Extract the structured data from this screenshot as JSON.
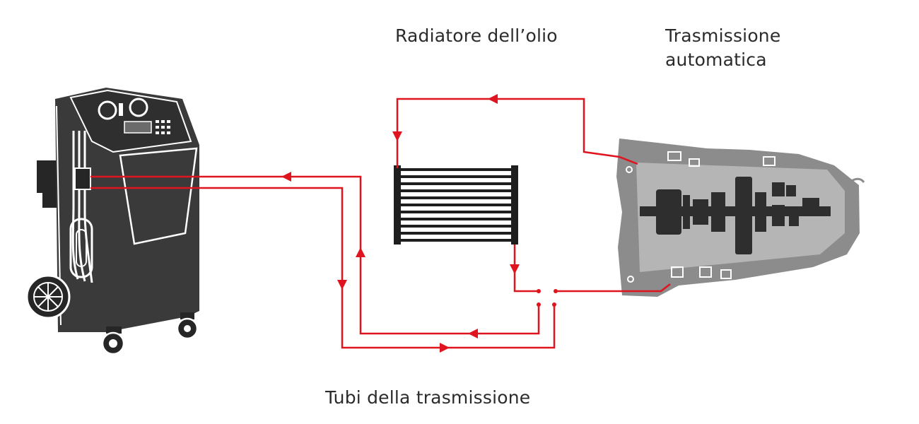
{
  "labels": {
    "radiator": "Radiatore dell’olio",
    "transmission_line1": "Trasmissione",
    "transmission_line2": "automatica",
    "tubes": "Tubi della trasmissione"
  },
  "colors": {
    "line": "#e0141e",
    "machine": "#3a3a3a",
    "machine_dark": "#262626",
    "outline": "#ffffff",
    "gearbox_body": "#8c8c8c",
    "gearbox_light": "#b5b5b5",
    "gear": "#2e2e2e",
    "text": "#2b2b2b"
  }
}
